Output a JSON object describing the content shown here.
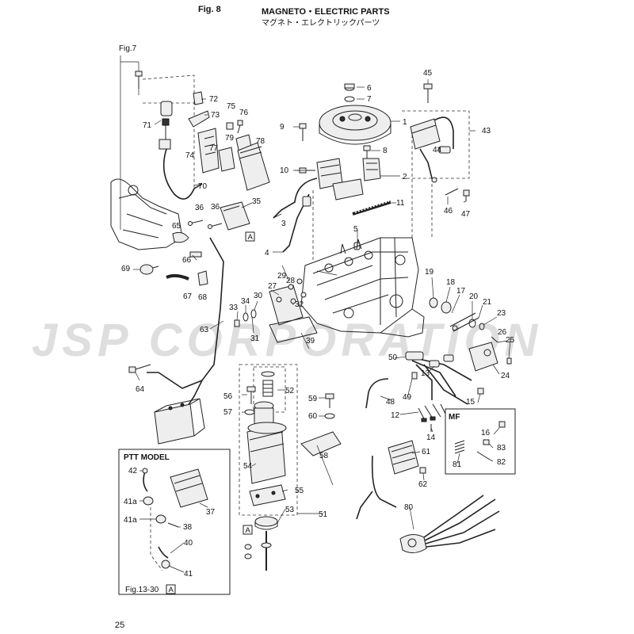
{
  "header": {
    "fig_label": "Fig. 8",
    "title_en": "MAGNETO・ELECTRIC PARTS",
    "title_jp": "マグネト・エレクトリックパーツ"
  },
  "page_number": "25",
  "watermark": "JSP CORPORATION",
  "ref_fig7": "Fig.7",
  "ref_fig13": "Fig.13-30",
  "ref_letter": "A",
  "box_ptt_title": "PTT MODEL",
  "box_mf_title": "MF",
  "callouts": {
    "c1": "1",
    "c2": "2",
    "c3": "3",
    "c4": "4",
    "c5": "5",
    "c6": "6",
    "c7": "7",
    "c8": "8",
    "c9": "9",
    "c10": "10",
    "c11": "11",
    "c12": "12",
    "c13": "13",
    "c14": "14",
    "c15": "15",
    "c16": "16",
    "c17": "17",
    "c18": "18",
    "c19": "19",
    "c20": "20",
    "c21": "21",
    "c23": "23",
    "c24": "24",
    "c25": "25",
    "c26": "26",
    "c27": "27",
    "c28": "28",
    "c29": "29",
    "c30": "30",
    "c31": "31",
    "c32": "32",
    "c33": "33",
    "c34": "34",
    "c35": "35",
    "c36a": "36",
    "c36b": "36",
    "c37": "37",
    "c38": "38",
    "c39": "39",
    "c40": "40",
    "c41": "41",
    "c41a1": "41a",
    "c41a2": "41a",
    "c42": "42",
    "c43": "43",
    "c44": "44",
    "c45": "45",
    "c46": "46",
    "c47": "47",
    "c48": "48",
    "c49": "49",
    "c50": "50",
    "c51": "51",
    "c52": "52",
    "c53": "53",
    "c54": "54",
    "c55": "55",
    "c56": "56",
    "c57": "57",
    "c58": "58",
    "c59": "59",
    "c60": "60",
    "c61": "61",
    "c62": "62",
    "c63": "63",
    "c64": "64",
    "c65": "65",
    "c66": "66",
    "c67": "67",
    "c68": "68",
    "c69": "69",
    "c70": "70",
    "c71": "71",
    "c72": "72",
    "c73": "73",
    "c74": "74",
    "c75": "75",
    "c76": "76",
    "c77": "77",
    "c78": "78",
    "c79": "79",
    "c80": "80",
    "c81": "81",
    "c82": "82",
    "c83": "83"
  }
}
